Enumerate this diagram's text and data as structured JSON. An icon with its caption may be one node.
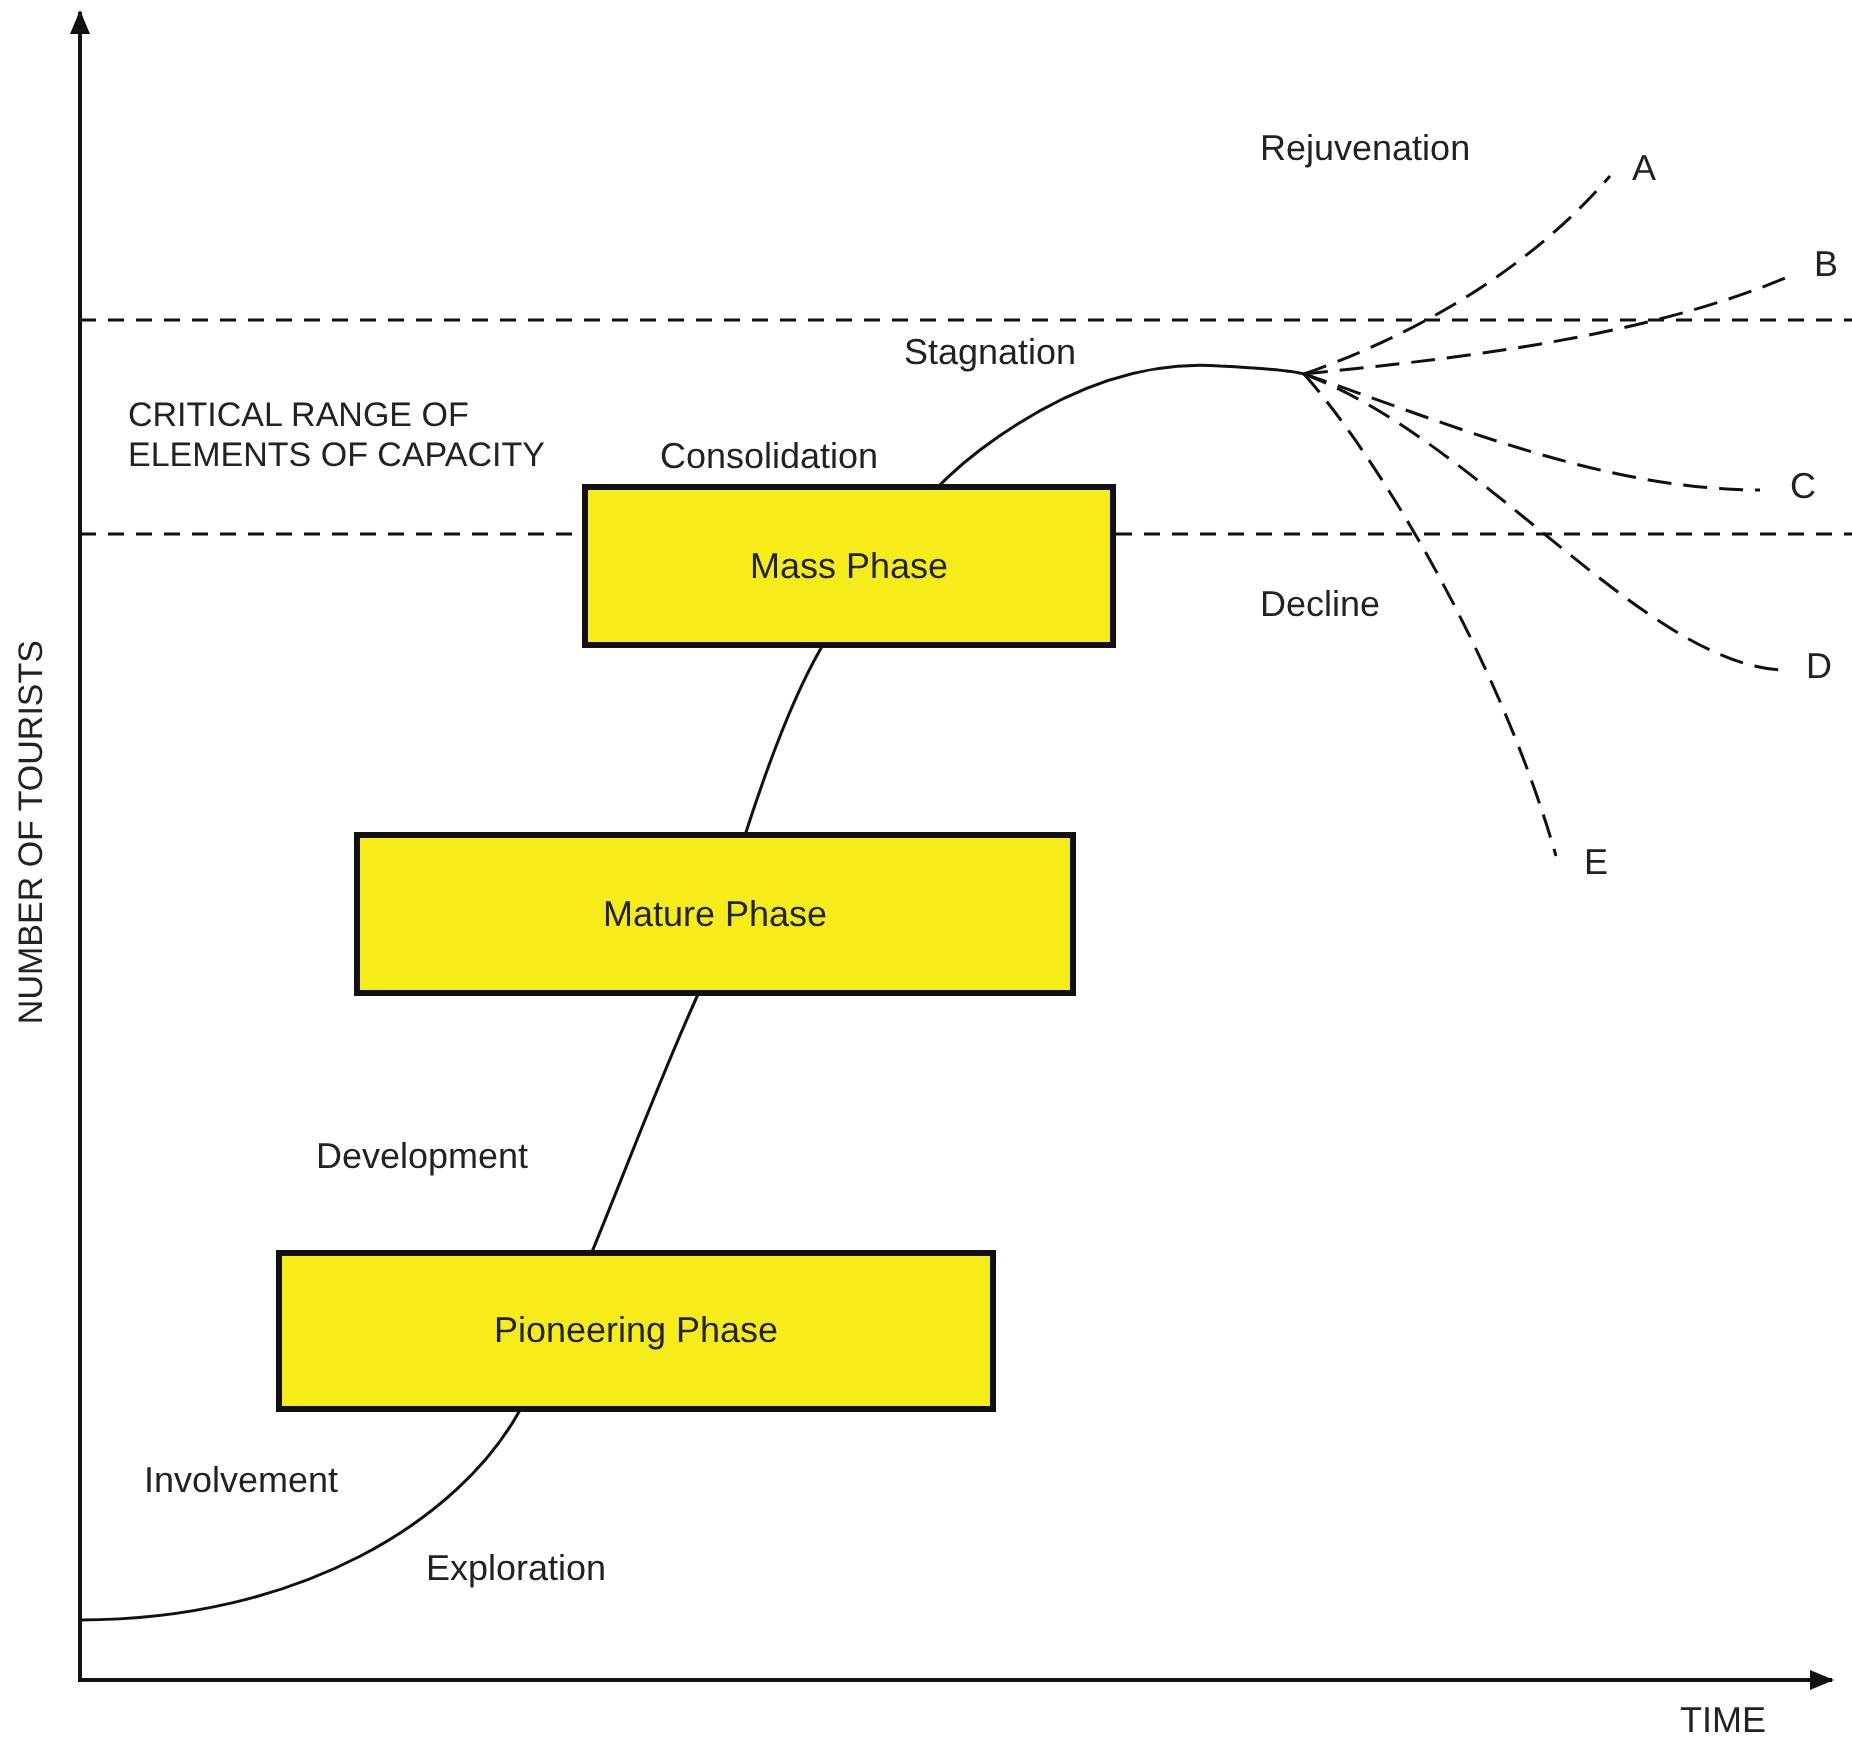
{
  "diagram": {
    "nodes": [
      {
        "text": [
          "Mass Phase"
        ]
      },
      {
        "text": [
          "Mature Phase"
        ]
      },
      {
        "text": [
          "Pioneering Phase"
        ]
      }
    ],
    "labels": [
      "Rejuvenation",
      "A",
      "B",
      "Stagnation",
      "CRITICAL RANGE OF ELEMENTS OF CAPACITY",
      "Consolidation",
      "C",
      "Decline",
      "D",
      "E",
      "Development",
      "Involvement",
      "Exploration",
      "TIME",
      "NUMBER OF TOURISTS"
    ]
  }
}
